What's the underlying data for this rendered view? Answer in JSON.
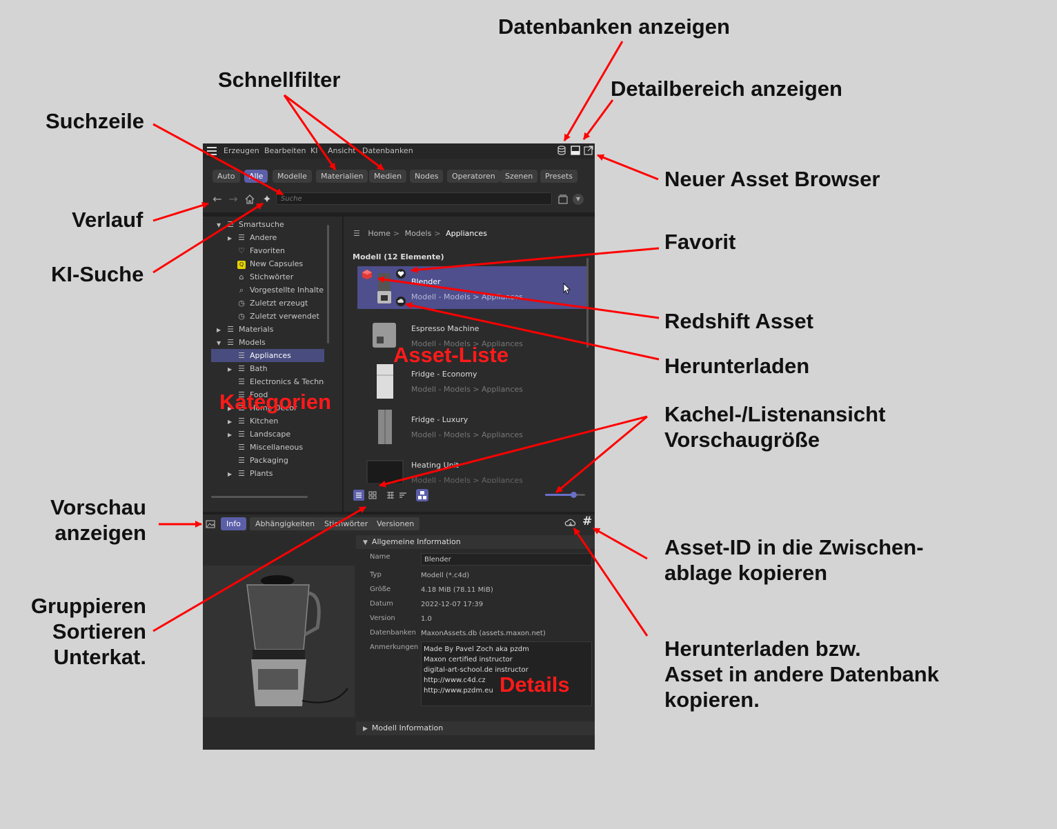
{
  "callouts": {
    "datenbanken_anzeigen": "Datenbanken anzeigen",
    "schnellfilter": "Schnellfilter",
    "detailbereich_anzeigen": "Detailbereich anzeigen",
    "suchzeile": "Suchzeile",
    "neuer_asset_browser": "Neuer Asset Browser",
    "verlauf": "Verlauf",
    "favorit": "Favorit",
    "ki_suche": "KI-Suche",
    "redshift_asset": "Redshift Asset",
    "herunterladen": "Herunterladen",
    "kachel_line1": "Kachel-/Listenansicht",
    "kachel_line2": "Vorschaugröße",
    "vorschau_line1": "Vorschau",
    "vorschau_line2": "anzeigen",
    "asset_id_line1": "Asset-ID in die Zwischen-",
    "asset_id_line2": "ablage kopieren",
    "gruppieren_line1": "Gruppieren",
    "gruppieren_line2": "Sortieren",
    "gruppieren_line3": "Unterkat.",
    "herunterladen_bzw_line1": "Herunterladen bzw.",
    "herunterladen_bzw_line2": "Asset in andere Datenbank",
    "herunterladen_bzw_line3": "kopieren."
  },
  "overlay_labels": {
    "asset_liste": "Asset-Liste",
    "kategorien": "Kategorien",
    "details": "Details"
  },
  "menu": [
    "Erzeugen",
    "Bearbeiten",
    "KI",
    "Ansicht",
    "Datenbanken"
  ],
  "filters": [
    "Auto",
    "Alle",
    "Modelle",
    "Materialien",
    "Medien",
    "Nodes",
    "Operatoren",
    "Szenen",
    "Presets"
  ],
  "active_filter": "Alle",
  "search": {
    "placeholder": "Suche"
  },
  "tree": [
    {
      "label": "Smartsuche",
      "icon": "database-icon",
      "twisty": "down"
    },
    {
      "label": "Andere",
      "icon": "database-icon",
      "twisty": "right"
    },
    {
      "label": "Favoriten",
      "icon": "heart-icon",
      "twisty": ""
    },
    {
      "label": "New Capsules",
      "icon": "search-badge-icon",
      "twisty": ""
    },
    {
      "label": "Stichwörter",
      "icon": "tag-icon",
      "twisty": ""
    },
    {
      "label": "Vorgestellte Inhalte",
      "icon": "search-icon",
      "twisty": ""
    },
    {
      "label": "Zuletzt erzeugt",
      "icon": "clock-icon",
      "twisty": ""
    },
    {
      "label": "Zuletzt verwendet",
      "icon": "clock-icon",
      "twisty": ""
    },
    {
      "label": "Materials",
      "icon": "database-icon",
      "twisty": "right"
    },
    {
      "label": "Models",
      "icon": "database-icon",
      "twisty": "down"
    },
    {
      "label": "Appliances",
      "icon": "database-icon",
      "twisty": ""
    },
    {
      "label": "Bath",
      "icon": "database-icon",
      "twisty": "right"
    },
    {
      "label": "Electronics & Technology",
      "icon": "database-icon",
      "twisty": ""
    },
    {
      "label": "Food",
      "icon": "database-icon",
      "twisty": ""
    },
    {
      "label": "Home Decor",
      "icon": "database-icon",
      "twisty": "right"
    },
    {
      "label": "Kitchen",
      "icon": "database-icon",
      "twisty": "right"
    },
    {
      "label": "Landscape",
      "icon": "database-icon",
      "twisty": "right"
    },
    {
      "label": "Miscellaneous",
      "icon": "database-icon",
      "twisty": ""
    },
    {
      "label": "Packaging",
      "icon": "database-icon",
      "twisty": ""
    },
    {
      "label": "Plants",
      "icon": "database-icon",
      "twisty": "right"
    }
  ],
  "selected_category": "Appliances",
  "breadcrumb": [
    "Home",
    "Models",
    "Appliances"
  ],
  "group_header": "Modell (12 Elemente)",
  "assets": [
    {
      "name": "Blender",
      "path": "Modell - Models > Appliances",
      "selected": true
    },
    {
      "name": "Espresso Machine",
      "path": "Modell - Models > Appliances",
      "selected": false
    },
    {
      "name": "Fridge - Economy",
      "path": "Modell - Models > Appliances",
      "selected": false
    },
    {
      "name": "Fridge - Luxury",
      "path": "Modell - Models > Appliances",
      "selected": false
    },
    {
      "name": "Heating Unit",
      "path": "Modell - Models > Appliances",
      "selected": false
    }
  ],
  "thumb_size_fraction": 0.7,
  "detail_tabs": [
    "Info",
    "Abhängigkeiten",
    "Stichwörter",
    "Versionen"
  ],
  "active_detail_tab": "Info",
  "details": {
    "section_general": "Allgemeine Information",
    "section_model": "Modell Information",
    "props": [
      {
        "label": "Typ",
        "value": "Modell (*.c4d)"
      },
      {
        "label": "Größe",
        "value": "4.18 MiB (78.11 MiB)"
      },
      {
        "label": "Datum",
        "value": "2022-12-07 17:39"
      },
      {
        "label": "Version",
        "value": "1.0"
      },
      {
        "label": "Datenbanken",
        "value": "MaxonAssets.db (assets.maxon.net)"
      }
    ],
    "name_label": "Name",
    "name_value": "Blender",
    "notes_label": "Anmerkungen",
    "notes": [
      "Made By Pavel Zoch aka pzdm",
      "Maxon certified instructor",
      "digital-art-school.de instructor",
      "http://www.c4d.cz",
      "http://www.pzdm.eu"
    ]
  },
  "colors": {
    "accent": "#5b5fa8",
    "selected_row": "#4e4f8c",
    "arrow": "#ff0000",
    "background": "#d4d4d4",
    "panel": "#2b2b2b"
  }
}
